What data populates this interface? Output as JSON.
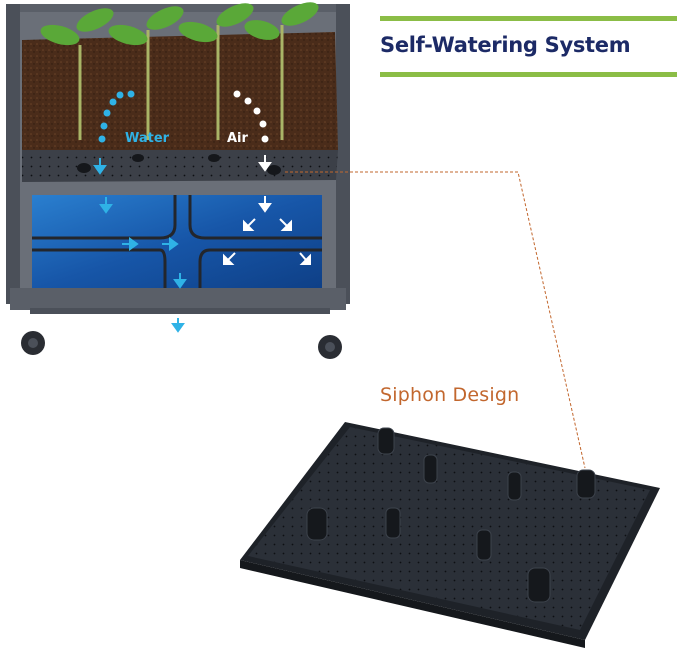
{
  "header": {
    "title": "Self-Watering System",
    "accent_color": "#8bbd46",
    "title_color": "#1c2a66"
  },
  "planter_diagram": {
    "labels": {
      "water": "Water",
      "air": "Air"
    },
    "colors": {
      "water": "#2fb2e6",
      "air": "#ffffff",
      "soil": "#4a2c1a",
      "frame": "#4b5059",
      "reservoir": "#1b5fa8"
    }
  },
  "callout": {
    "label": "Siphon Design",
    "color": "#c2672e"
  },
  "icons": [
    "plant-sprout-icon",
    "down-arrow-icon",
    "right-arrow-icon",
    "diagonal-arrow-icon",
    "caster-wheel-icon"
  ]
}
